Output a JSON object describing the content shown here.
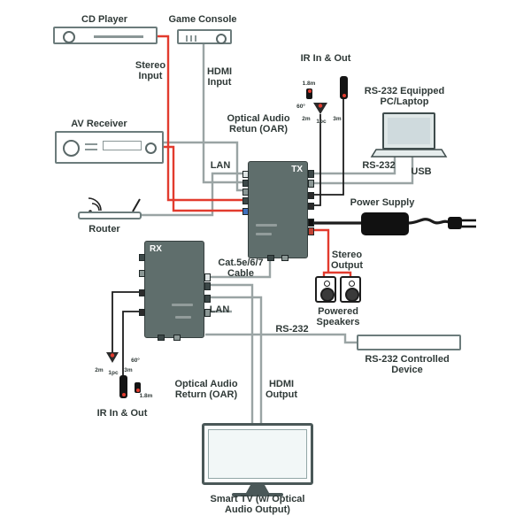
{
  "colors": {
    "line_gray": "#9aa4a4",
    "line_red": "#e23b2e",
    "line_black": "#1c1c1c",
    "device_fill": "#5f6e6c",
    "text": "#2f3937"
  },
  "labels": {
    "cd_player": "CD Player",
    "game_console": "Game Console",
    "stereo_input": "Stereo\nInput",
    "hdmi_input": "HDMI\nInput",
    "ir_in_out_top": "IR In & Out",
    "rs232_pc": "RS-232 Equipped\nPC/Laptop",
    "av_receiver": "AV Receiver",
    "oar_top": "Optical Audio\nRetun (OAR)",
    "lan_top": "LAN",
    "rs232_top": "RS-232",
    "usb": "USB",
    "tx": "TX",
    "router": "Router",
    "power_supply": "Power Supply",
    "rx": "RX",
    "cat_cable": "Cat.5e/6/7\nCable",
    "stereo_output": "Stereo\nOutput",
    "powered_speakers": "Powered\nSpeakers",
    "lan_bottom": "LAN",
    "rs232_bottom": "RS-232",
    "rs232_device": "RS-232 Controlled\nDevice",
    "ir_in_out_bottom": "IR In & Out",
    "oar_bottom": "Optical Audio\nReturn (OAR)",
    "hdmi_output": "HDMI\nOutput",
    "smart_tv": "Smart TV (w/ Optical\nAudio Output)"
  },
  "ir_metrics": {
    "emitter_len": "1.8m",
    "angle": "60°",
    "cable_a": "2m",
    "unit_count": "1pc",
    "cable_b": "3m"
  }
}
